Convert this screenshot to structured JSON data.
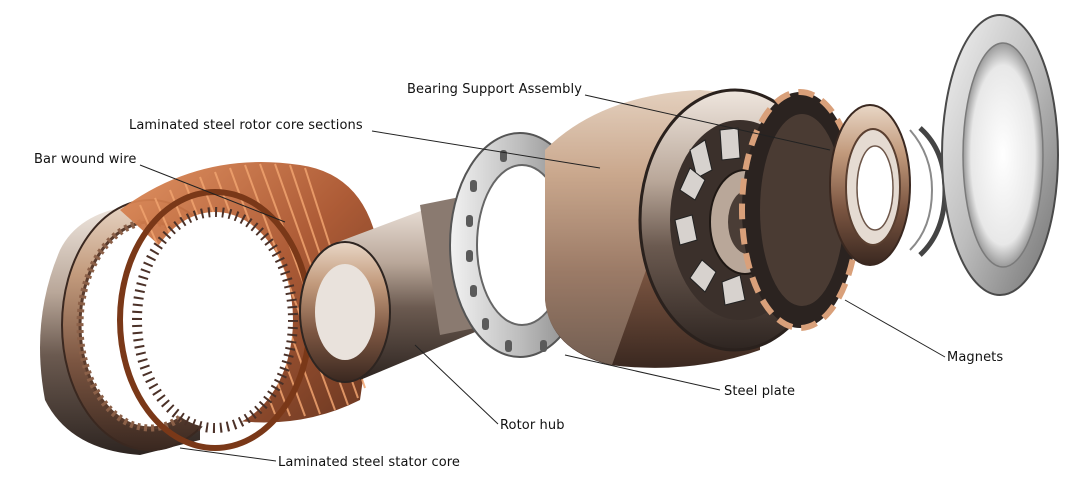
{
  "labels": {
    "bearing_support_assembly": "Bearing Support Assembly",
    "rotor_core_sections": "Laminated steel rotor core sections",
    "bar_wound_wire": "Bar wound wire",
    "magnets": "Magnets",
    "steel_plate": "Steel plate",
    "rotor_hub": "Rotor hub",
    "stator_core": "Laminated steel stator core"
  },
  "colors": {
    "background": "#ffffff",
    "copper": "#b5643a",
    "steel_light": "#d9cfc6",
    "steel_dark": "#4a3d36",
    "text": "#111111"
  }
}
